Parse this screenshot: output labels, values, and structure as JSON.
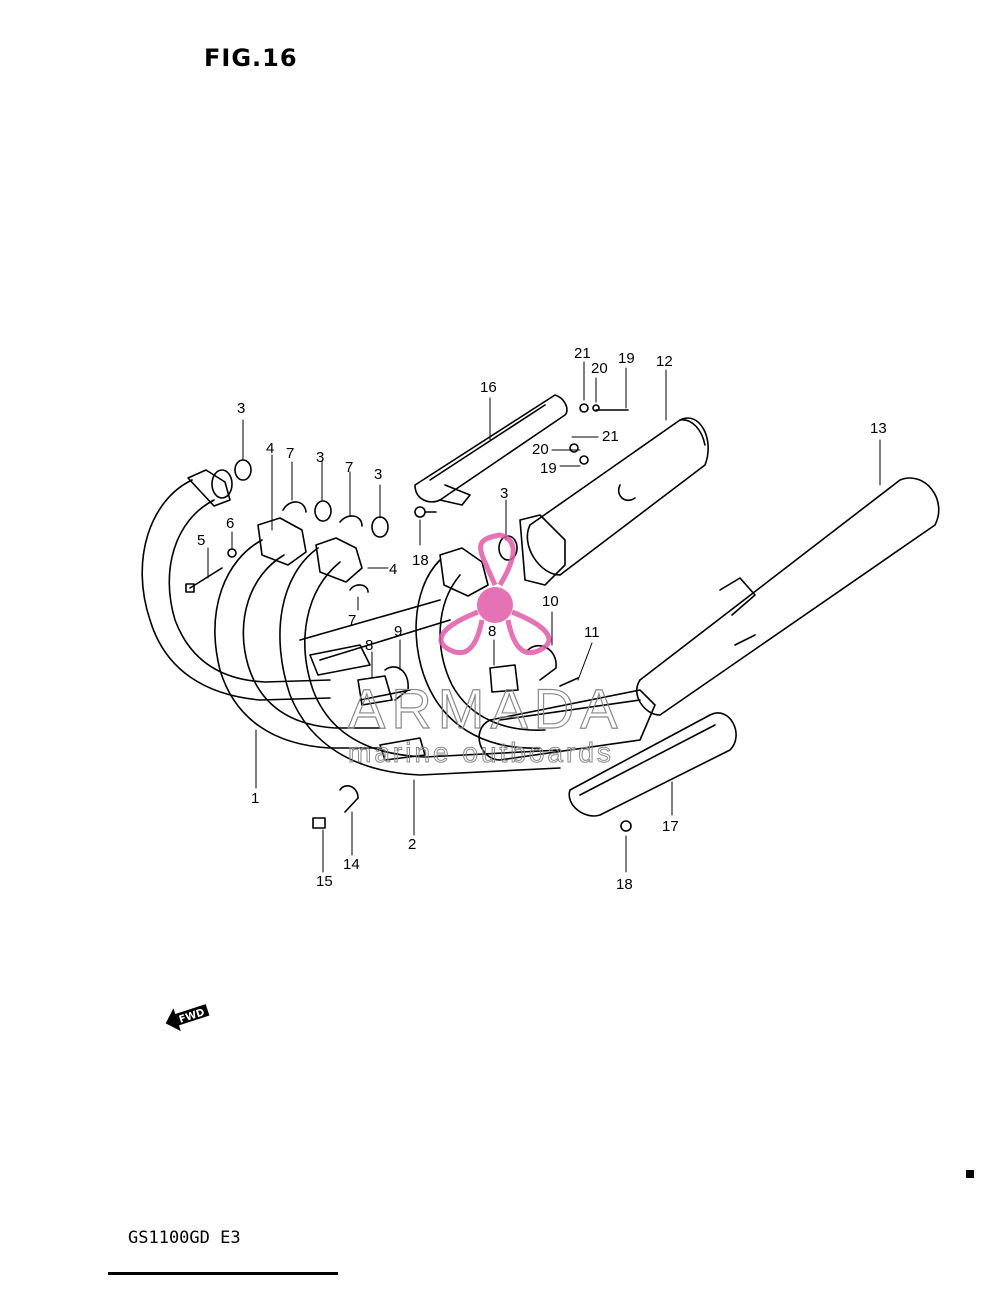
{
  "figure": {
    "title": "FIG.16"
  },
  "model_code": "GS1100GD E3",
  "fwd_label": "FWD",
  "watermark": {
    "brand": "ARMADA",
    "tagline": "marine outboards",
    "color": "#e05aa8"
  },
  "callouts": {
    "p1": "1",
    "p2": "2",
    "p3a": "3",
    "p3b": "3",
    "p3c": "3",
    "p3d": "3",
    "p4a": "4",
    "p4b": "4",
    "p5": "5",
    "p6": "6",
    "p7a": "7",
    "p7b": "7",
    "p7c": "7",
    "p8a": "8",
    "p8b": "8",
    "p9": "9",
    "p10": "10",
    "p11": "11",
    "p12": "12",
    "p13": "13",
    "p14": "14",
    "p15": "15",
    "p16": "16",
    "p17": "17",
    "p18a": "18",
    "p18b": "18",
    "p19a": "19",
    "p19b": "19",
    "p20a": "20",
    "p20b": "20",
    "p21a": "21",
    "p21b": "21"
  }
}
